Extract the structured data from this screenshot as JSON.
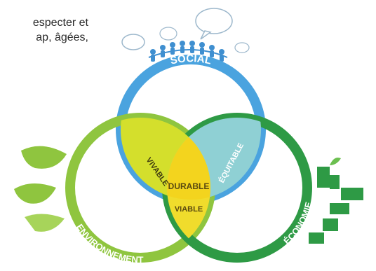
{
  "intro_text": {
    "line1": "especter  et",
    "line2": "ap, âgées,"
  },
  "rings": {
    "social": "SOCIAL",
    "environnement": "ENVIRONNEMENT",
    "economie": "ÉCONOMIE"
  },
  "intersections": {
    "vivable": "VIVABLE",
    "equitable": "ÉQUITABLE",
    "viable": "VIABLE",
    "durable": "DURABLE"
  },
  "colors": {
    "social": "#4aa3df",
    "environnement": "#8fc53f",
    "economie": "#2e9a45",
    "vivable": "#d4df2c",
    "equitable": "#8fd0d4",
    "viable": "#f0dc2c",
    "durable": "#f3d41e"
  }
}
